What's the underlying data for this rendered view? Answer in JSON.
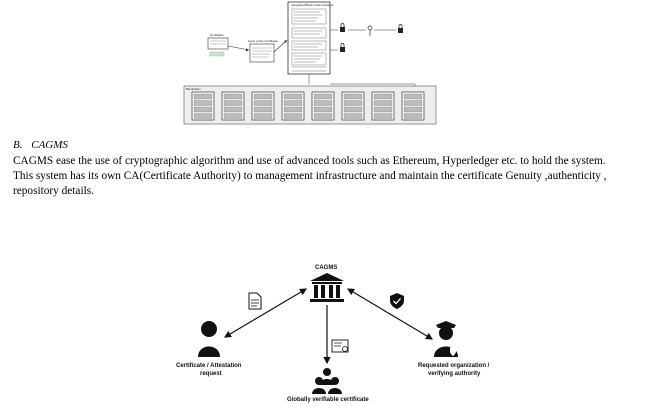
{
  "top_figure": {
    "labels": {
      "header": "Integrated Block Chain Network",
      "left_box": "Certificate",
      "mid_box": "Issue of the Certificate",
      "registry": "Blockchain"
    }
  },
  "section": {
    "number": "B.",
    "title": "CAGMS"
  },
  "paragraph": {
    "line1": "CAGMS ease the use of cryptographic algorithm and use of advanced tools such as Ethereum, Hyperledger etc. to hold the system.",
    "line2": "This system has its own CA(Certificate Authority) to  management infrastructure and maintain the certificate Genuity ,authenticity ,",
    "line3": "repository details."
  },
  "bottom_figure": {
    "center_label": "CAGMS",
    "left_label_1": "Certificate / Attestation",
    "left_label_2": "request",
    "right_label_1": "Requested organization /",
    "right_label_2": "verifying  authority",
    "bottom_label": "Globally verifiable certificate",
    "icons": [
      "bank-icon",
      "document-icon",
      "shield-check-icon",
      "certificate-icon",
      "user-icon",
      "officer-icon",
      "group-icon"
    ]
  }
}
